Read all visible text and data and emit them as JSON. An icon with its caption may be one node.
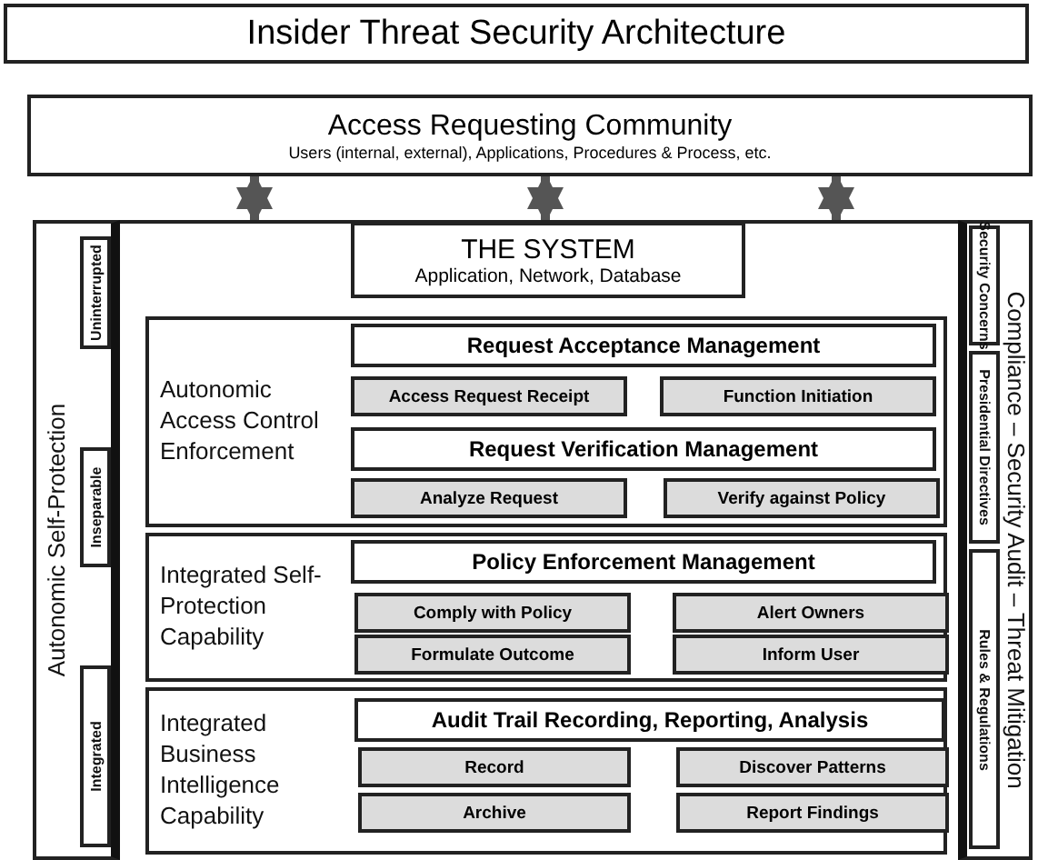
{
  "diagram": {
    "title": "Insider Threat Security Architecture",
    "nodes": [
      {
        "text": [
          "Access Requesting Community",
          "Users (internal, external), Applications, Procedures & Process, etc."
        ]
      },
      {
        "text": [],
        "shape": "box"
      },
      {
        "text": [
          "Autonomic Self-Protection"
        ],
        "in": 1
      },
      {
        "text": [
          "Uninterrupted"
        ],
        "in": 2
      },
      {
        "text": [
          "Inseparable"
        ],
        "in": 2
      },
      {
        "text": [
          "Integrated"
        ],
        "in": 2
      },
      {
        "text": [
          "THE SYSTEM",
          "Application, Network, Database"
        ],
        "in": 1
      },
      {
        "text": [
          "Autonomic Access Control Enforcement"
        ],
        "in": 1
      },
      {
        "text": [
          "Request Acceptance Management"
        ],
        "in": 7
      },
      {
        "text": [
          "Access Request Receipt"
        ],
        "in": 7
      },
      {
        "text": [
          "Function Initiation"
        ],
        "in": 7
      },
      {
        "text": [
          "Request Verification Management"
        ],
        "in": 7
      },
      {
        "text": [
          "Analyze Request"
        ],
        "in": 7
      },
      {
        "text": [
          "Verify against Policy"
        ],
        "in": 7
      },
      {
        "text": [
          "Integrated Self-Protection Capability"
        ],
        "in": 1
      },
      {
        "text": [
          "Policy Enforcement Management"
        ],
        "in": 14
      },
      {
        "text": [
          "Comply with Policy"
        ],
        "in": 14
      },
      {
        "text": [
          "Alert Owners"
        ],
        "in": 14
      },
      {
        "text": [
          "Formulate Outcome"
        ],
        "in": 14
      },
      {
        "text": [
          "Inform User"
        ],
        "in": 14
      },
      {
        "text": [
          "Integrated Business Intelligence Capability"
        ],
        "in": 1
      },
      {
        "text": [
          "Audit Trail Recording, Reporting, Analysis"
        ],
        "in": 20
      },
      {
        "text": [
          "Record"
        ],
        "in": 20
      },
      {
        "text": [
          "Discover Patterns"
        ],
        "in": 20
      },
      {
        "text": [
          "Archive"
        ],
        "in": 20
      },
      {
        "text": [
          "Report Findings"
        ],
        "in": 20
      },
      {
        "text": [
          "Compliance – Security Audit – Threat Mitigation"
        ],
        "in": 1
      },
      {
        "text": [
          "Security Concerns"
        ],
        "in": 26
      },
      {
        "text": [
          "Presidential Directives"
        ],
        "in": 26
      },
      {
        "text": [
          "Rules & Regulations"
        ],
        "in": 26
      }
    ],
    "edges": [
      {
        "from": 0,
        "to": 1,
        "arrow": "both"
      },
      {
        "from": 0,
        "to": 1,
        "arrow": "both"
      },
      {
        "from": 0,
        "to": 1,
        "arrow": "both"
      }
    ]
  }
}
